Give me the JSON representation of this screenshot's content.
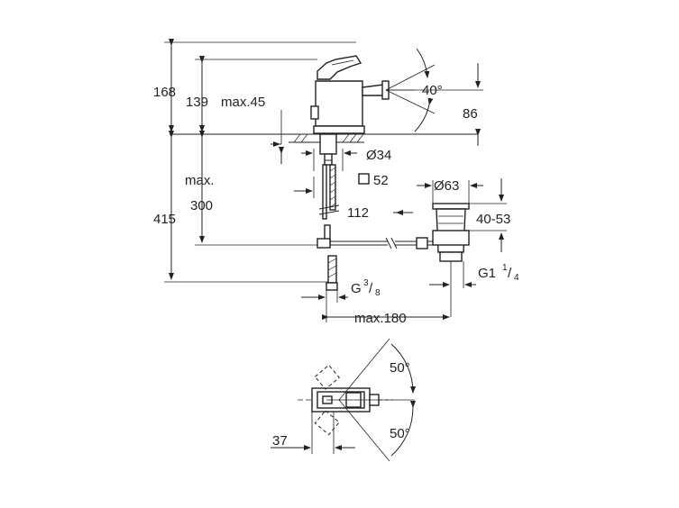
{
  "labels": {
    "height_total": "168",
    "height_body": "139",
    "reach": "max.45",
    "spout_angle": "40°",
    "spout_height": "86",
    "hole_diameter": "Ø34",
    "base_square": "52",
    "max_word": "max.",
    "height_under": "415",
    "hose_length": "300",
    "offset_112": "112",
    "waste_diameter": "Ø63",
    "waste_range": "40-53",
    "waste_thread_main": "G1",
    "waste_thread_num": "1",
    "waste_thread_den": "4",
    "hose_thread_main": "G",
    "hose_thread_num": "3",
    "hose_thread_den": "8",
    "max_180": "max.180",
    "rotate_top": "50°",
    "rotate_bottom": "50°",
    "offset_37": "37"
  }
}
